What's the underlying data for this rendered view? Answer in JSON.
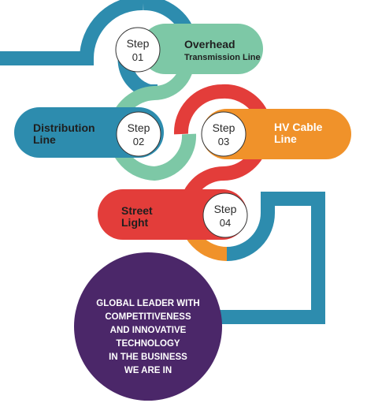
{
  "steps": [
    {
      "label": "Step",
      "number": "01",
      "title_lines": [
        "Overhead",
        "Transmission Line"
      ],
      "color": "#7dc8a6"
    },
    {
      "label": "Step",
      "number": "02",
      "title_lines": [
        "Distribution",
        "Line"
      ],
      "color": "#2d8cae"
    },
    {
      "label": "Step",
      "number": "03",
      "title_lines": [
        "HV Cable",
        "Line"
      ],
      "color": "#f0922a"
    },
    {
      "label": "Step",
      "number": "04",
      "title_lines": [
        "Street",
        "Light"
      ],
      "color": "#e33d3a"
    }
  ],
  "center": {
    "lines": [
      "GLOBAL LEADER WITH",
      "COMPETITIVENESS",
      "AND INNOVATIVE",
      "TECHNOLOGY",
      "IN THE BUSINESS",
      "WE ARE IN"
    ],
    "color": "#4b2769"
  },
  "colors": {
    "blue": "#2d8cae",
    "green": "#7dc8a6",
    "red": "#e33d3a",
    "orange": "#f0922a",
    "purple": "#4b2769",
    "dark_text": "#1f1f1f"
  }
}
